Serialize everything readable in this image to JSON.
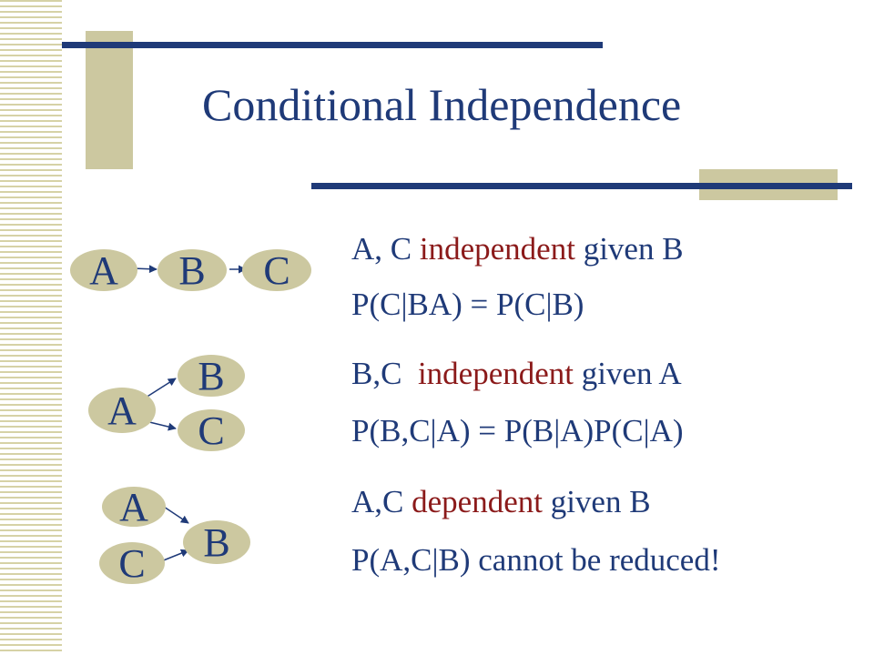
{
  "title": "Conditional Independence",
  "colors": {
    "title": "#1f3a78",
    "highlight": "#8b1a1a",
    "node": "#ccc8a0",
    "accent_bar": "#ccc8a0"
  },
  "graphs": [
    {
      "nodes": [
        "A",
        "B",
        "C"
      ],
      "edges": [
        [
          "A",
          "B"
        ],
        [
          "B",
          "C"
        ]
      ]
    },
    {
      "nodes": [
        "A",
        "B",
        "C"
      ],
      "edges": [
        [
          "A",
          "B"
        ],
        [
          "A",
          "C"
        ]
      ]
    },
    {
      "nodes": [
        "A",
        "C",
        "B"
      ],
      "edges": [
        [
          "A",
          "B"
        ],
        [
          "C",
          "B"
        ]
      ]
    }
  ],
  "statements": [
    {
      "pre": "A, C ",
      "hl": "independent",
      "post": " given B",
      "formula": "P(C|BA) = P(C|B)"
    },
    {
      "pre": "B,C  ",
      "hl": "independent",
      "post": " given A",
      "formula": "P(B,C|A) = P(B|A)P(C|A)"
    },
    {
      "pre": "A,C ",
      "hl": "dependent",
      "post": " given B",
      "formula": "P(A,C|B) cannot be reduced!"
    }
  ]
}
